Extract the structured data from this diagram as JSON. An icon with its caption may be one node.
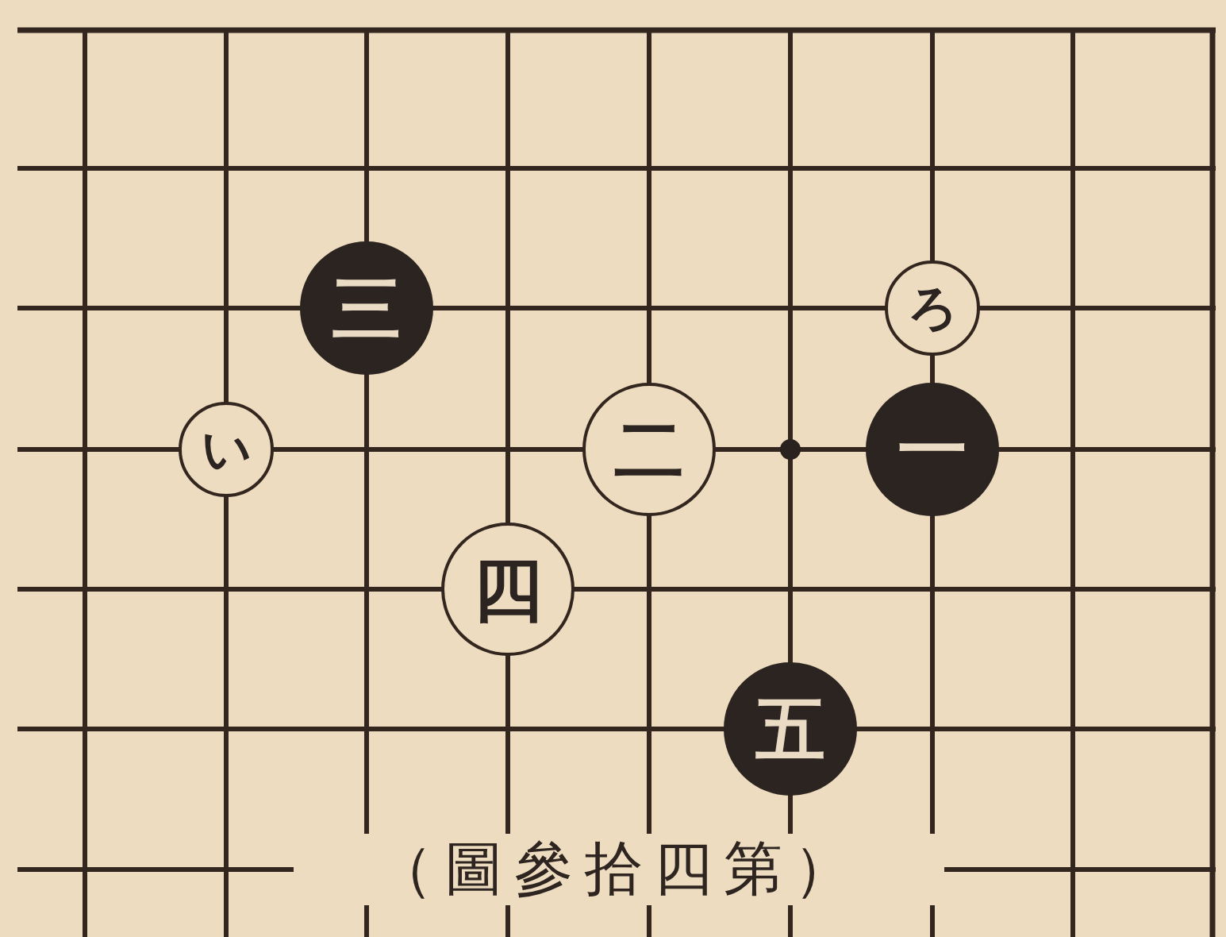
{
  "diagram": {
    "caption": "（圖參拾四第）",
    "nodes": [
      {
        "text": [
          "三"
        ]
      },
      {
        "text": [
          "ろ"
        ]
      },
      {
        "text": [
          "い"
        ]
      },
      {
        "text": [
          "二"
        ]
      },
      {
        "text": [
          "一"
        ]
      },
      {
        "text": [
          "四"
        ]
      },
      {
        "text": [
          "五"
        ]
      }
    ]
  }
}
